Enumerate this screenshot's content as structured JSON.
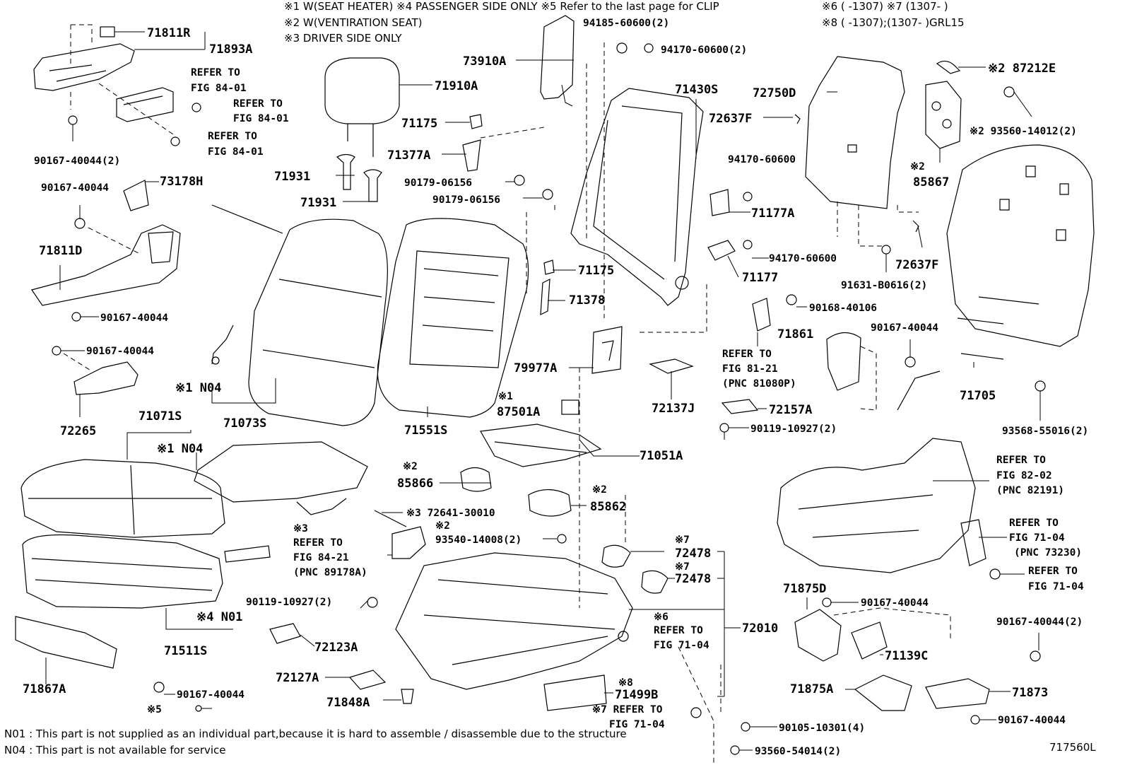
{
  "legend": {
    "line1": "※1  W(SEAT  HEATER) ※4  PASSENGER SIDE ONLY ※5 Refer to the last page for CLIP",
    "line2": "※2  W(VENTIRATION  SEAT)",
    "line3": "※3  DRIVER SIDE ONLY",
    "line4": "※6 (       -1307) ※7 (1307-       )",
    "line5": "※8 (       -1307);(1307-       )GRL15"
  },
  "footnotes": {
    "n01": "N01 : This part is not supplied as an individual part,because it is hard to assemble / disassemble due to the structure",
    "n04": "N04 : This part is not available for service"
  },
  "figure_id": "717560L",
  "labels": [
    {
      "id": "71811R",
      "text": "71811R"
    },
    {
      "id": "71893A",
      "text": "71893A"
    },
    {
      "id": "refer-84-01-a-1",
      "text": "REFER TO"
    },
    {
      "id": "refer-84-01-a-2",
      "text": "FIG 84-01"
    },
    {
      "id": "refer-84-01-b-1",
      "text": "REFER TO"
    },
    {
      "id": "refer-84-01-b-2",
      "text": "FIG 84-01"
    },
    {
      "id": "refer-84-01-c-1",
      "text": "REFER TO"
    },
    {
      "id": "refer-84-01-c-2",
      "text": "FIG 84-01"
    },
    {
      "id": "90167-40044-2a",
      "text": "90167-40044(2)"
    },
    {
      "id": "73910A",
      "text": "73910A"
    },
    {
      "id": "94185-60600",
      "text": "94185-60600(2)"
    },
    {
      "id": "94170-60600-2",
      "text": "94170-60600(2)"
    },
    {
      "id": "71910A",
      "text": "71910A"
    },
    {
      "id": "71175a",
      "text": "71175"
    },
    {
      "id": "71377A",
      "text": "71377A"
    },
    {
      "id": "71931a",
      "text": "71931"
    },
    {
      "id": "71931b",
      "text": "71931"
    },
    {
      "id": "90179-06156a",
      "text": "90179-06156"
    },
    {
      "id": "90179-06156b",
      "text": "90179-06156"
    },
    {
      "id": "71430S",
      "text": "71430S"
    },
    {
      "id": "72750D",
      "text": "72750D"
    },
    {
      "id": "72637Fa",
      "text": "72637F"
    },
    {
      "id": "94170-60600a",
      "text": "94170-60600"
    },
    {
      "id": "71177A",
      "text": "71177A"
    },
    {
      "id": "94170-60600b",
      "text": "94170-60600"
    },
    {
      "id": "71177",
      "text": "71177"
    },
    {
      "id": "87212E",
      "text": "※2 87212E"
    },
    {
      "id": "93560-14012",
      "text": "※2 93560-14012(2)"
    },
    {
      "id": "85867-note",
      "text": "※2"
    },
    {
      "id": "85867",
      "text": "85867"
    },
    {
      "id": "72637Fb",
      "text": "72637F"
    },
    {
      "id": "91631-B0616",
      "text": "91631-B0616(2)"
    },
    {
      "id": "90167-40044a",
      "text": "90167-40044"
    },
    {
      "id": "73178H",
      "text": "73178H"
    },
    {
      "id": "71811D",
      "text": "71811D"
    },
    {
      "id": "90167-40044b",
      "text": "90167-40044"
    },
    {
      "id": "90167-40044c",
      "text": "90167-40044"
    },
    {
      "id": "72265",
      "text": "72265"
    },
    {
      "id": "N04a",
      "text": "※1 N04"
    },
    {
      "id": "71073S",
      "text": "71073S"
    },
    {
      "id": "71551S",
      "text": "71551S"
    },
    {
      "id": "71175b",
      "text": "71175"
    },
    {
      "id": "71378",
      "text": "71378"
    },
    {
      "id": "79977A",
      "text": "79977A"
    },
    {
      "id": "90168-40106",
      "text": "90168-40106"
    },
    {
      "id": "71861",
      "text": "71861"
    },
    {
      "id": "refer-81-21-1",
      "text": "REFER TO"
    },
    {
      "id": "refer-81-21-2",
      "text": "FIG 81-21"
    },
    {
      "id": "refer-81-21-3",
      "text": "(PNC 81080P)"
    },
    {
      "id": "90167-40044d",
      "text": "90167-40044"
    },
    {
      "id": "71705",
      "text": "71705"
    },
    {
      "id": "93568-55016",
      "text": "93568-55016(2)"
    },
    {
      "id": "87501A-note",
      "text": "※1"
    },
    {
      "id": "87501A",
      "text": "87501A"
    },
    {
      "id": "72137J",
      "text": "72137J"
    },
    {
      "id": "72157A",
      "text": "72157A"
    },
    {
      "id": "90119-10927a",
      "text": "90119-10927(2)"
    },
    {
      "id": "71071S",
      "text": "71071S"
    },
    {
      "id": "N04b",
      "text": "※1 N04"
    },
    {
      "id": "71051A",
      "text": "71051A"
    },
    {
      "id": "refer-82-02-1",
      "text": "REFER TO"
    },
    {
      "id": "refer-82-02-2",
      "text": "FIG 82-02"
    },
    {
      "id": "refer-82-02-3",
      "text": "(PNC 82191)"
    },
    {
      "id": "85866-note",
      "text": "※2"
    },
    {
      "id": "85866",
      "text": "85866"
    },
    {
      "id": "85862-note",
      "text": "※2"
    },
    {
      "id": "85862",
      "text": "85862"
    },
    {
      "id": "72641-30010",
      "text": "※3 72641-30010"
    },
    {
      "id": "93540-note",
      "text": "※2"
    },
    {
      "id": "93540-14008",
      "text": "93540-14008(2)"
    },
    {
      "id": "refer-84-21-note",
      "text": "※3"
    },
    {
      "id": "refer-84-21-1",
      "text": "REFER TO"
    },
    {
      "id": "refer-84-21-2",
      "text": "FIG 84-21"
    },
    {
      "id": "refer-84-21-3",
      "text": "(PNC 89178A)"
    },
    {
      "id": "72478a-note",
      "text": "※7"
    },
    {
      "id": "72478a",
      "text": "72478"
    },
    {
      "id": "72478b-note",
      "text": "※7"
    },
    {
      "id": "72478b",
      "text": "72478"
    },
    {
      "id": "refer-71-04a-1",
      "text": "REFER TO"
    },
    {
      "id": "refer-71-04a-2",
      "text": "FIG 71-04"
    },
    {
      "id": "refer-71-04a-3",
      "text": "(PNC 73230)"
    },
    {
      "id": "refer-71-04b-1",
      "text": "REFER TO"
    },
    {
      "id": "refer-71-04b-2",
      "text": "FIG 71-04"
    },
    {
      "id": "90119-10927b",
      "text": "90119-10927(2)"
    },
    {
      "id": "N01",
      "text": "※4 N01"
    },
    {
      "id": "71511S",
      "text": "71511S"
    },
    {
      "id": "refer-71-04c-note",
      "text": "※6"
    },
    {
      "id": "refer-71-04c-1",
      "text": "REFER TO"
    },
    {
      "id": "refer-71-04c-2",
      "text": "FIG 71-04"
    },
    {
      "id": "72010",
      "text": "72010"
    },
    {
      "id": "71875D",
      "text": "71875D"
    },
    {
      "id": "90167-40044e",
      "text": "90167-40044"
    },
    {
      "id": "90167-40044-2b",
      "text": "90167-40044(2)"
    },
    {
      "id": "72123A",
      "text": "72123A"
    },
    {
      "id": "71139C",
      "text": "71139C"
    },
    {
      "id": "71867A",
      "text": "71867A"
    },
    {
      "id": "72127A",
      "text": "72127A"
    },
    {
      "id": "71499B-note",
      "text": "※8"
    },
    {
      "id": "71499B",
      "text": "71499B"
    },
    {
      "id": "71875A",
      "text": "71875A"
    },
    {
      "id": "71873",
      "text": "71873"
    },
    {
      "id": "90167-40044f",
      "text": "90167-40044"
    },
    {
      "id": "71848A",
      "text": "71848A"
    },
    {
      "id": "clip-note",
      "text": "※5"
    },
    {
      "id": "refer-71-04d-1",
      "text": "※7 REFER TO"
    },
    {
      "id": "refer-71-04d-2",
      "text": "FIG 71-04"
    },
    {
      "id": "90167-40044g",
      "text": "90167-40044"
    },
    {
      "id": "90105-10301",
      "text": "90105-10301(4)"
    },
    {
      "id": "93560-54014",
      "text": "93560-54014(2)"
    }
  ]
}
